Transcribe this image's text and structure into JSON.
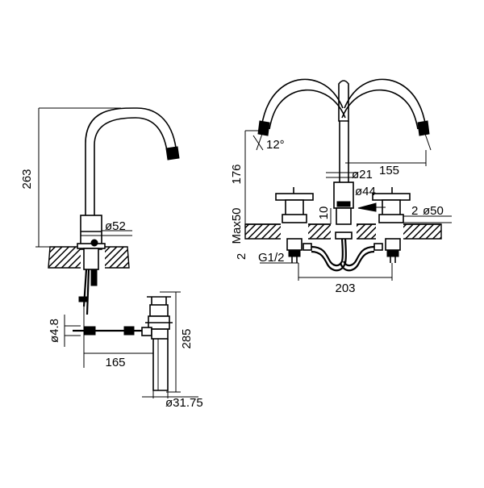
{
  "colors": {
    "ink": "#000000",
    "paper": "#ffffff"
  },
  "left_view": {
    "height_label": "263",
    "base_diameter_label": "ø52",
    "hose_diameter_label": "ø4.8",
    "hose_length_label": "165",
    "drain_height_label": "285",
    "drain_diameter_label": "ø31.75"
  },
  "right_view": {
    "angle_label": "12°",
    "spout_height_label": "176",
    "reach_label": "155",
    "spout_diameter_label": "ø21",
    "spout_base_diameter_label": "ø44",
    "spout_base_height_label": "10",
    "handle_base_height_label": "2",
    "handle_diameter_label": "ø50",
    "max_deck_label": "Max50",
    "deck_offset_label": "2",
    "thread_label": "G1/2",
    "center_distance_label": "203"
  }
}
